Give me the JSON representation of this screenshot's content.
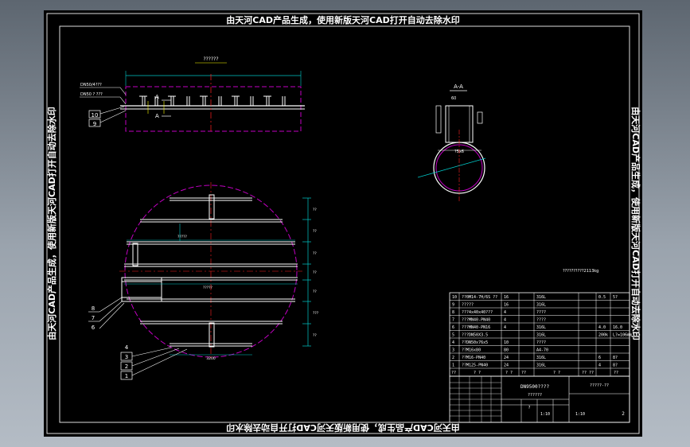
{
  "watermark": {
    "text": "由天河CAD产品生成，使用新版天河CAD打开自动去除水印"
  },
  "section": {
    "label": "A-A",
    "top_note": "60",
    "bottom_note": "?5x6"
  },
  "plan_view": {
    "top_dim": "?????",
    "mid_dim": "?????",
    "bottom_dim": "3200",
    "right_dims": [
      "??",
      "??",
      "??",
      "??",
      "??",
      "???",
      "??"
    ]
  },
  "elevation": {
    "top_dim": "??????",
    "arrow_top": "A",
    "arrow_bottom": "A",
    "callout_a": "DN50/4???",
    "callout_b": "DN50 ? ???"
  },
  "part_numbers": {
    "left_upper": [
      "10",
      "9"
    ],
    "left_middle": [
      "8",
      "7",
      "6"
    ],
    "left_lower": [
      "4",
      "3",
      "2",
      "1"
    ]
  },
  "note": "??????????2113kg",
  "bom": [
    {
      "no": "10",
      "name": "??0M14-7H/6S ??",
      "qty": "16",
      "mat": "316L",
      "wt": "0.5",
      "total": "5?"
    },
    {
      "no": "9",
      "name": "?????",
      "qty": "16",
      "mat": "316L",
      "wt": "",
      "total": ""
    },
    {
      "no": "8",
      "name": "???4x40x40???",
      "qty": "4",
      "mat": "????",
      "wt": "",
      "total": ""
    },
    {
      "no": "7",
      "name": "???MN40-PN40",
      "qty": "4",
      "mat": "????",
      "wt": "",
      "total": ""
    },
    {
      "no": "6",
      "name": "???MN40-PN16",
      "qty": "4",
      "mat": "316L",
      "wt": "4.0",
      "total": "16.0"
    },
    {
      "no": "5",
      "name": "???DN50X3.5",
      "qty": "",
      "mat": "316L",
      "wt": "200k",
      "total": "L?=106mm"
    },
    {
      "no": "4",
      "name": "??DN50x76x5",
      "qty": "10",
      "mat": "????",
      "wt": "",
      "total": ""
    },
    {
      "no": "3",
      "name": "??M16x80",
      "qty": "80",
      "mat": "A4-70",
      "wt": "",
      "total": ""
    },
    {
      "no": "2",
      "name": "??M16-PN40",
      "qty": "24",
      "mat": "316L",
      "wt": "6",
      "total": "8?"
    },
    {
      "no": "1",
      "name": "??M125-PN40",
      "qty": "24",
      "mat": "316L",
      "wt": "4",
      "total": "8?"
    }
  ],
  "bom_header": [
    "??",
    "?  ?",
    "?  ?",
    "??",
    "?  ?",
    "??  ??",
    "??"
  ],
  "title_block": {
    "drawing_name": "DN9500????",
    "subtitle": "??????",
    "sheet": "1:10",
    "count": "?",
    "scale": "1:10",
    "drawing_no": "?????-??",
    "page": "2"
  },
  "colors": {
    "background": "#000000",
    "lines": "#ffffff",
    "tank": "#c200c2",
    "centerline": "#ff2020",
    "dimension": "#00c8c8",
    "hatch": "#ffff00",
    "frame": "#e0e0e0"
  }
}
